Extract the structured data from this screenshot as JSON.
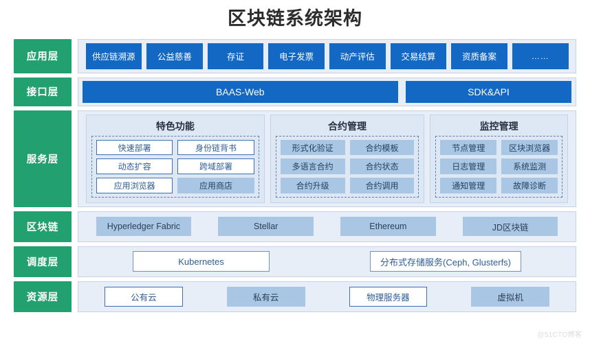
{
  "title": "区块链系统架构",
  "watermark": "@51CTO博客",
  "colors": {
    "layer_label_green": "#23a06f",
    "chip_blue": "#1268c3",
    "chip_light_blue": "#a9c6e4",
    "row_background": "#e8eef7",
    "group_background": "#dee8f5",
    "text_blue": "#2f5d96"
  },
  "layers": [
    {
      "label": "应用层",
      "items": [
        {
          "label": "供应链溯源"
        },
        {
          "label": "公益慈善"
        },
        {
          "label": "存证"
        },
        {
          "label": "电子发票"
        },
        {
          "label": "动产评估"
        },
        {
          "label": "交易结算"
        },
        {
          "label": "资质备案"
        },
        {
          "label": "……"
        }
      ]
    },
    {
      "label": "接口层",
      "items": [
        {
          "label": "BAAS-Web"
        },
        {
          "label": "SDK&API"
        }
      ]
    },
    {
      "label": "服务层",
      "groups": [
        {
          "title": "特色功能",
          "cells": [
            {
              "label": "快速部署",
              "style": "outline"
            },
            {
              "label": "身份链背书",
              "style": "outline"
            },
            {
              "label": "动态扩容",
              "style": "outline"
            },
            {
              "label": "跨域部署",
              "style": "outline"
            },
            {
              "label": "应用浏览器",
              "style": "outline"
            },
            {
              "label": "应用商店",
              "style": "filled"
            }
          ]
        },
        {
          "title": "合约管理",
          "cells": [
            {
              "label": "形式化验证",
              "style": "filled"
            },
            {
              "label": "合约模板",
              "style": "filled"
            },
            {
              "label": "多语言合约",
              "style": "filled"
            },
            {
              "label": "合约状态",
              "style": "filled"
            },
            {
              "label": "合约升级",
              "style": "filled"
            },
            {
              "label": "合约调用",
              "style": "filled"
            }
          ]
        },
        {
          "title": "监控管理",
          "cells": [
            {
              "label": "节点管理",
              "style": "filled"
            },
            {
              "label": "区块浏览器",
              "style": "filled"
            },
            {
              "label": "日志管理",
              "style": "filled"
            },
            {
              "label": "系统监测",
              "style": "filled"
            },
            {
              "label": "通知管理",
              "style": "filled"
            },
            {
              "label": "故障诊断",
              "style": "filled"
            }
          ]
        }
      ]
    },
    {
      "label": "区块链",
      "items": [
        {
          "label": "Hyperledger Fabric"
        },
        {
          "label": "Stellar"
        },
        {
          "label": "Ethereum"
        },
        {
          "label": "JD区块链"
        }
      ]
    },
    {
      "label": "调度层",
      "items": [
        {
          "label": "Kubernetes"
        },
        {
          "label": "分布式存储服务(Ceph, Glusterfs)"
        }
      ]
    },
    {
      "label": "资源层",
      "items": [
        {
          "label": "公有云",
          "style": "outline"
        },
        {
          "label": "私有云",
          "style": "filled"
        },
        {
          "label": "物理服务器",
          "style": "outline"
        },
        {
          "label": "虚拟机",
          "style": "filled"
        }
      ]
    }
  ]
}
